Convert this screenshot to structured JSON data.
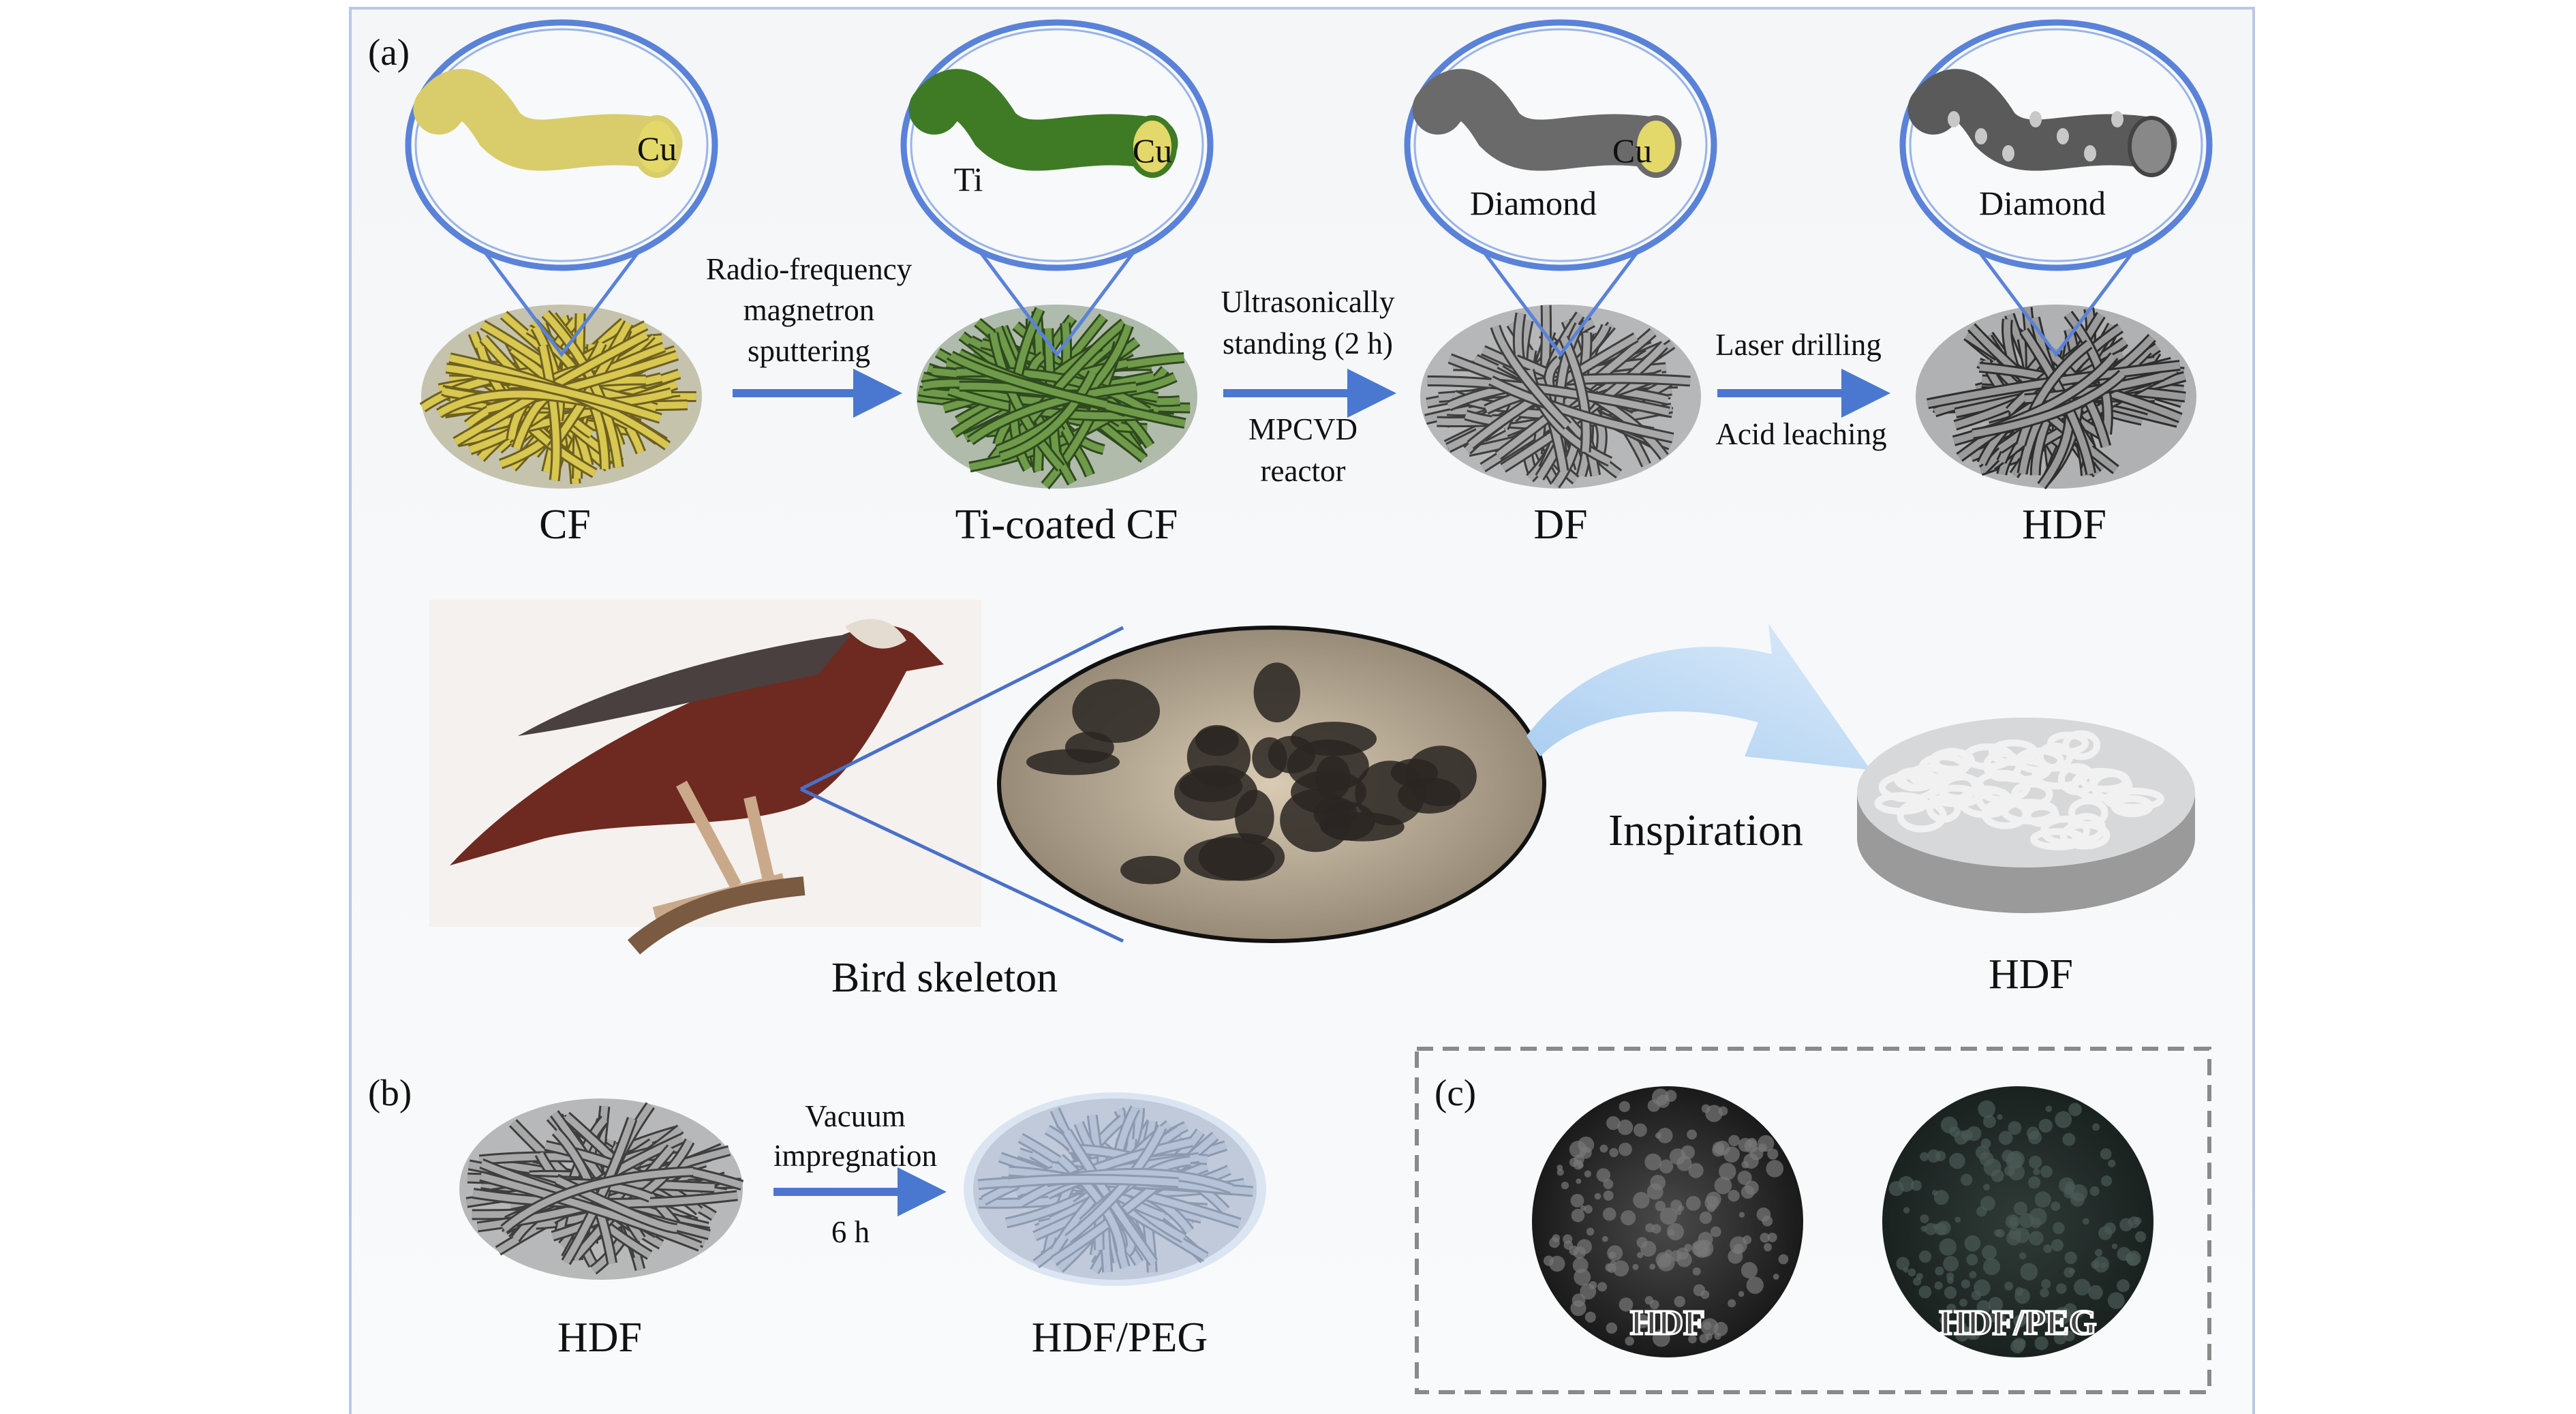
{
  "panels": {
    "a": "(a)",
    "b": "(b)",
    "c": "(c)"
  },
  "process": {
    "stages": [
      {
        "label": "CF",
        "inner_labels": [
          "Cu"
        ]
      },
      {
        "label": "Ti-coated CF",
        "inner_labels": [
          "Ti",
          "Cu"
        ]
      },
      {
        "label": "DF",
        "inner_labels": [
          "Cu",
          "Diamond"
        ]
      },
      {
        "label": "HDF",
        "inner_labels": [
          "Diamond"
        ]
      }
    ],
    "steps": [
      {
        "above": [
          "Radio-frequency",
          "magnetron",
          "sputtering"
        ],
        "below": []
      },
      {
        "above": [
          "Ultrasonically",
          "standing (2 h)"
        ],
        "below": [
          "MPCVD",
          "reactor"
        ]
      },
      {
        "above": [
          "Laser drilling"
        ],
        "below": [
          "Acid leaching"
        ]
      }
    ]
  },
  "inspiration": {
    "source_label": "Bird skeleton",
    "arrow_label": "Inspiration",
    "result_label": "HDF"
  },
  "impregnation": {
    "from_label": "HDF",
    "to_label": "HDF/PEG",
    "step": [
      "Vacuum",
      "impregnation",
      "6 h"
    ]
  },
  "photos": [
    {
      "label": "HDF"
    },
    {
      "label": "HDF/PEG"
    }
  ],
  "colors": {
    "arrow": "#4a78d0",
    "frame": "#b8c8e6",
    "cf": "#c9b640",
    "ti": "#4d7a2e",
    "diamond": "#7a7a7a"
  }
}
